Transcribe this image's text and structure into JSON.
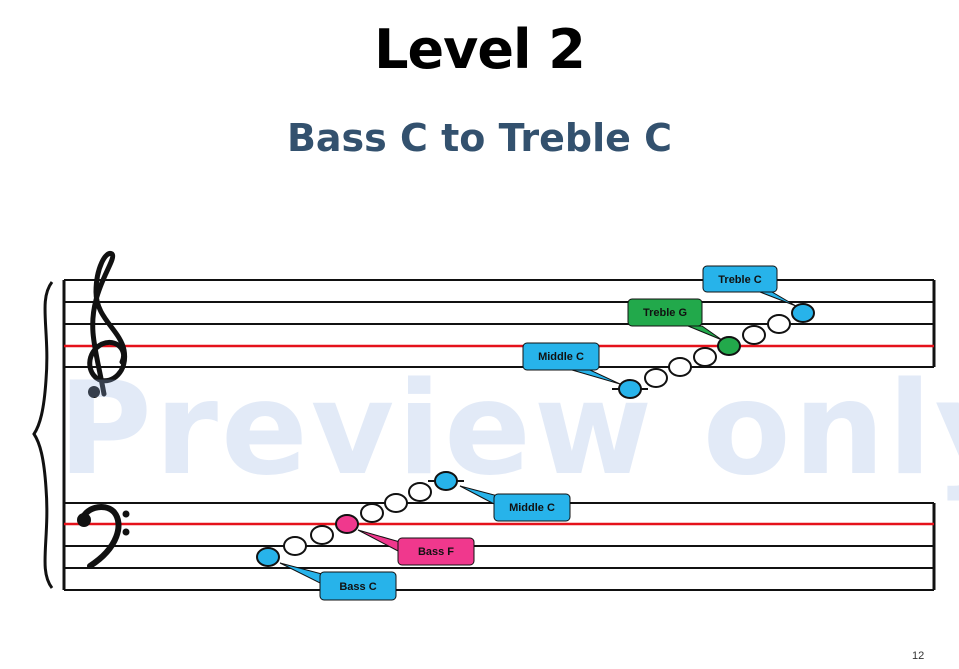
{
  "title": "Level 2",
  "subtitle": "Bass C to Treble C",
  "watermark": "Preview only",
  "page_number": "12",
  "colors": {
    "blue": "#27b3ea",
    "green": "#22a94b",
    "pink": "#f0388d",
    "highlight_line": "#e5121b",
    "subtitle": "#33516e"
  },
  "labels": {
    "treble_c": "Treble C",
    "treble_g": "Treble G",
    "middle_c_treble": "Middle C",
    "middle_c_bass": "Middle C",
    "bass_f": "Bass F",
    "bass_c": "Bass C"
  }
}
